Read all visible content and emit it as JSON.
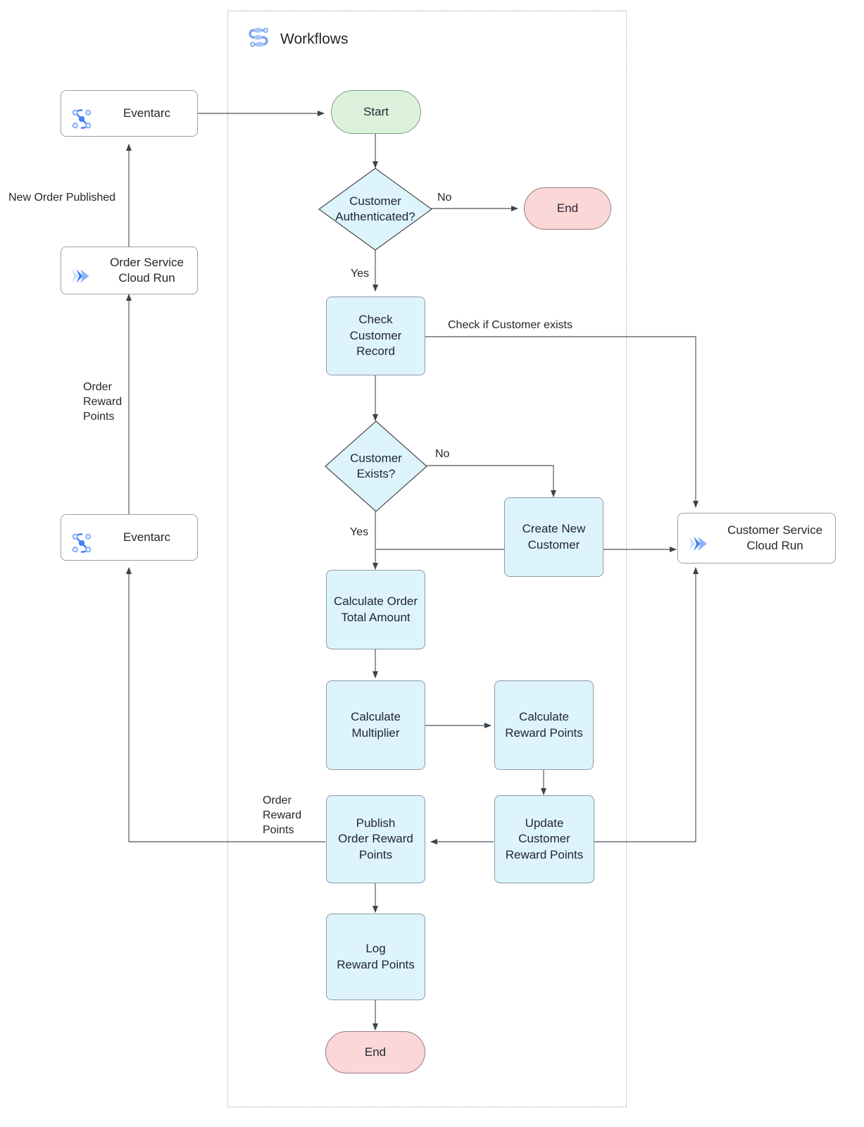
{
  "diagram": {
    "title": "Workflows",
    "group_label": "Workflows",
    "colors": {
      "process_fill": "#ddf4fd",
      "process_stroke": "#8c9aa5",
      "start_fill": "#ddf2dc",
      "end_fill": "#fbd7d8",
      "service_fill": "#ffffff",
      "edge_stroke": "#4a4a4a",
      "group_border": "#9e9e9e",
      "brand_blue": "#4285f4",
      "text": "#23272e"
    }
  },
  "nodes": {
    "eventarc_top": {
      "label": "Eventarc",
      "icon": "eventarc-icon"
    },
    "order_service": {
      "label": "Order Service\nCloud Run",
      "icon": "cloud-run-icon"
    },
    "eventarc_bottom": {
      "label": "Eventarc",
      "icon": "eventarc-icon"
    },
    "customer_service": {
      "label": "Customer Service\nCloud Run",
      "icon": "cloud-run-icon"
    },
    "start": {
      "label": "Start"
    },
    "decision_auth": {
      "label": "Customer\nAuthenticated?"
    },
    "end_auth": {
      "label": "End"
    },
    "check_customer_record": {
      "label": "Check\nCustomer\nRecord"
    },
    "decision_exists": {
      "label": "Customer\nExists?"
    },
    "create_new_customer": {
      "label": "Create New\nCustomer"
    },
    "calculate_order_total": {
      "label": "Calculate Order\nTotal Amount"
    },
    "calculate_multiplier": {
      "label": "Calculate\nMultiplier"
    },
    "calculate_reward_points": {
      "label": "Calculate\nReward Points"
    },
    "update_customer_reward_points": {
      "label": "Update\nCustomer\nReward Points"
    },
    "publish_order_reward_points": {
      "label": "Publish\nOrder Reward\nPoints"
    },
    "log_reward_points": {
      "label": "Log\nReward Points"
    },
    "end_final": {
      "label": "End"
    }
  },
  "edge_labels": {
    "new_order_published": "New Order Published",
    "order_reward_points_left": "Order\nReward\nPoints",
    "auth_no": "No",
    "auth_yes": "Yes",
    "check_if_customer_exists": "Check if Customer exists",
    "exists_no": "No",
    "exists_yes": "Yes",
    "order_reward_points_publish": "Order\nReward\nPoints"
  }
}
